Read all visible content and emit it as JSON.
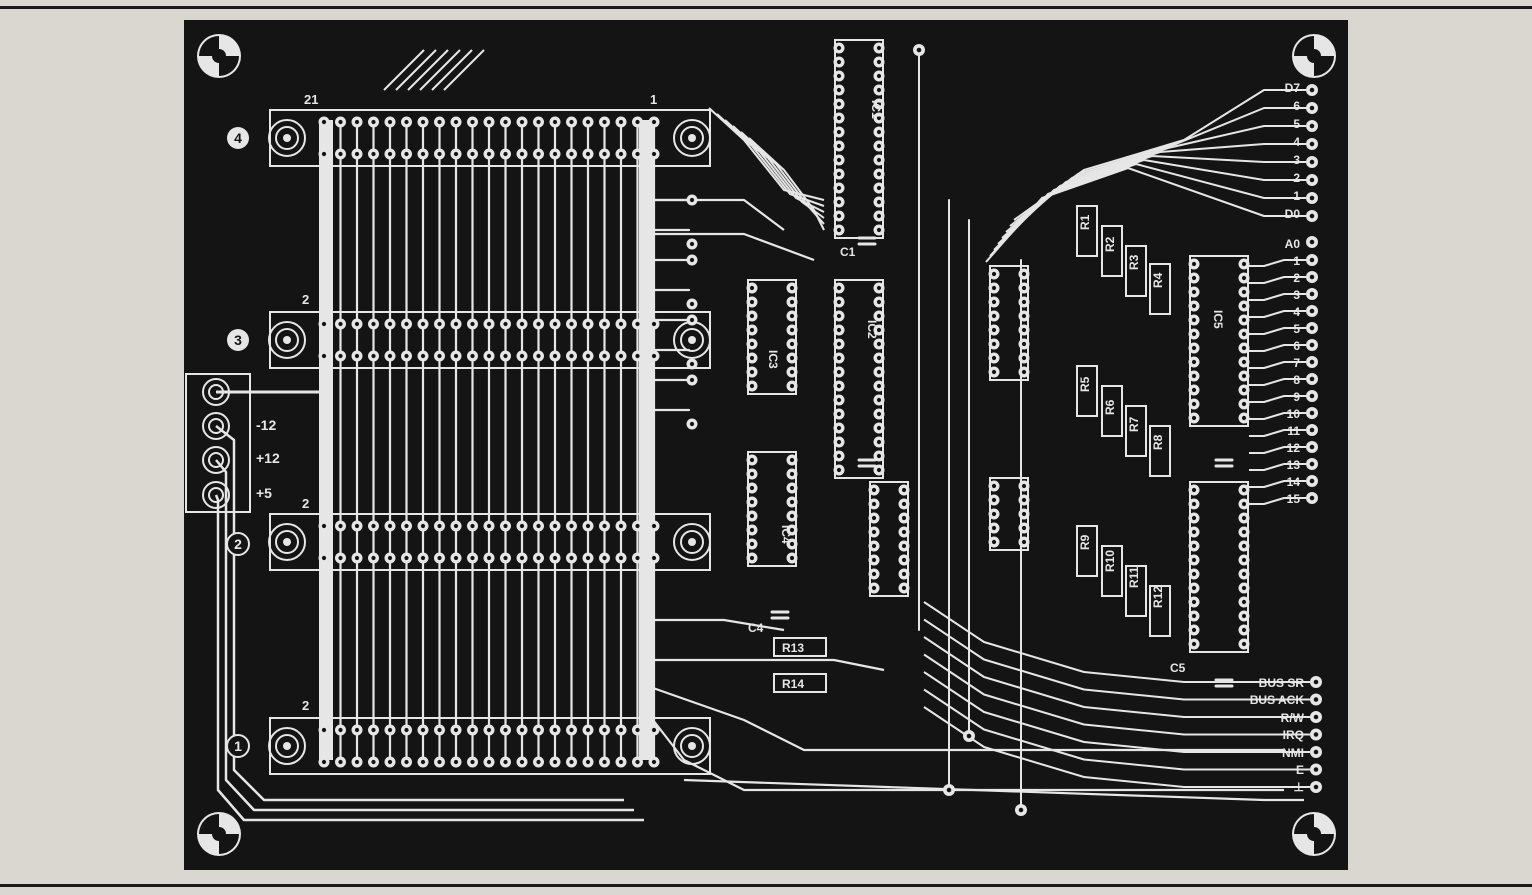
{
  "board": {
    "connector_top_labels": {
      "left": "21",
      "right": "1"
    },
    "slot_row_labels": [
      "2",
      "2",
      "2"
    ],
    "slot_numbers": [
      "4",
      "3",
      "2",
      "1"
    ],
    "power_labels": [
      "-12",
      "+12",
      "+5"
    ],
    "data_labels": [
      "D7",
      "6",
      "5",
      "4",
      "3",
      "2",
      "1",
      "D0"
    ],
    "address_first_label": "A0",
    "address_labels": [
      "1",
      "2",
      "3",
      "4",
      "5",
      "6",
      "7",
      "8",
      "9",
      "10",
      "11",
      "12",
      "13",
      "14",
      "15"
    ],
    "control_labels": [
      "BUS SR",
      "BUS ACK",
      "R/W",
      "IRQ",
      "NMI",
      "E",
      "⊥"
    ],
    "components": {
      "ic1": "IC1",
      "ic2": "IC2",
      "ic3": "IC3",
      "ic4": "IC4",
      "ic5": "IC5",
      "c1": "C1",
      "c4": "C4",
      "c5": "C5",
      "r1": "R1",
      "r2": "R2",
      "r3": "R3",
      "r4": "R4",
      "r5": "R5",
      "r6": "R6",
      "r7": "R7",
      "r8": "R8",
      "r9": "R9",
      "r10": "R10",
      "r11": "R11",
      "r12": "R12",
      "r13": "R13",
      "r14": "R14"
    }
  },
  "colors": {
    "board": "#141414",
    "copper": "#e6e6e6",
    "paper": "#d9d7d0"
  }
}
